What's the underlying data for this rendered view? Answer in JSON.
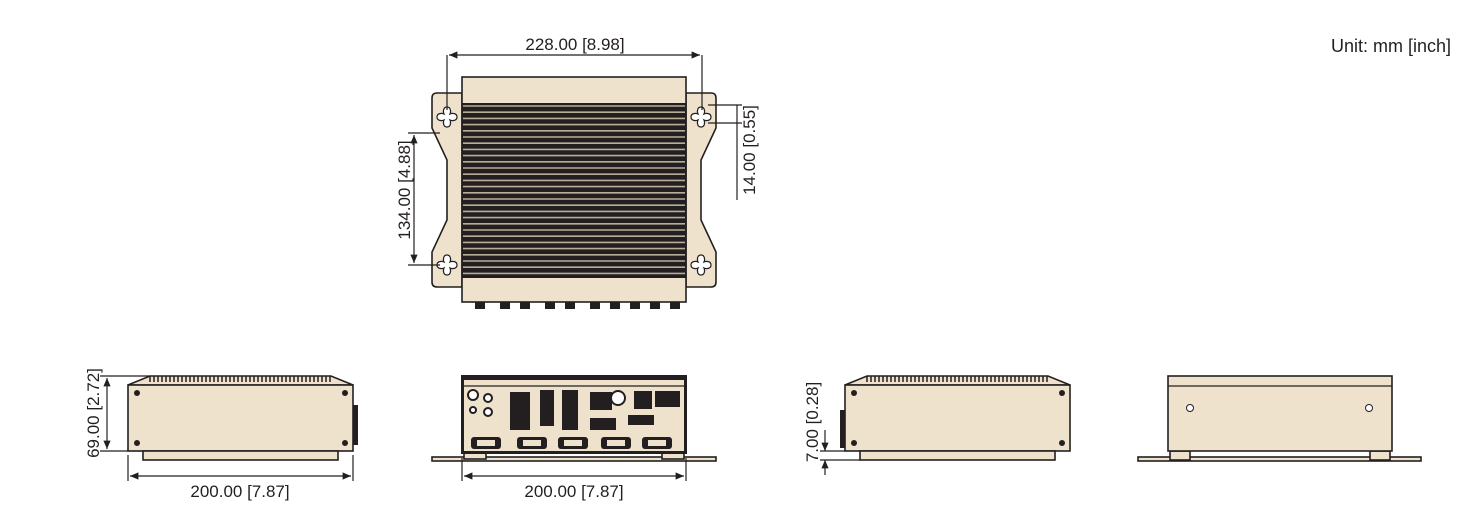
{
  "unit_label": "Unit: mm [inch]",
  "top_view": {
    "width_dim": "228.00 [8.98]",
    "hole_spacing_dim": "134.00 [4.88]",
    "hole_offset_dim": "14.00 [0.55]"
  },
  "side_view_left": {
    "height_dim": "69.00 [2.72]",
    "depth_dim": "200.00 [7.87]"
  },
  "front_view": {
    "width_dim": "200.00 [7.87]"
  },
  "side_view_right": {
    "foot_dim": "7.00 [0.28]"
  },
  "colors": {
    "body": "#eee2cd",
    "line": "#231f20"
  }
}
